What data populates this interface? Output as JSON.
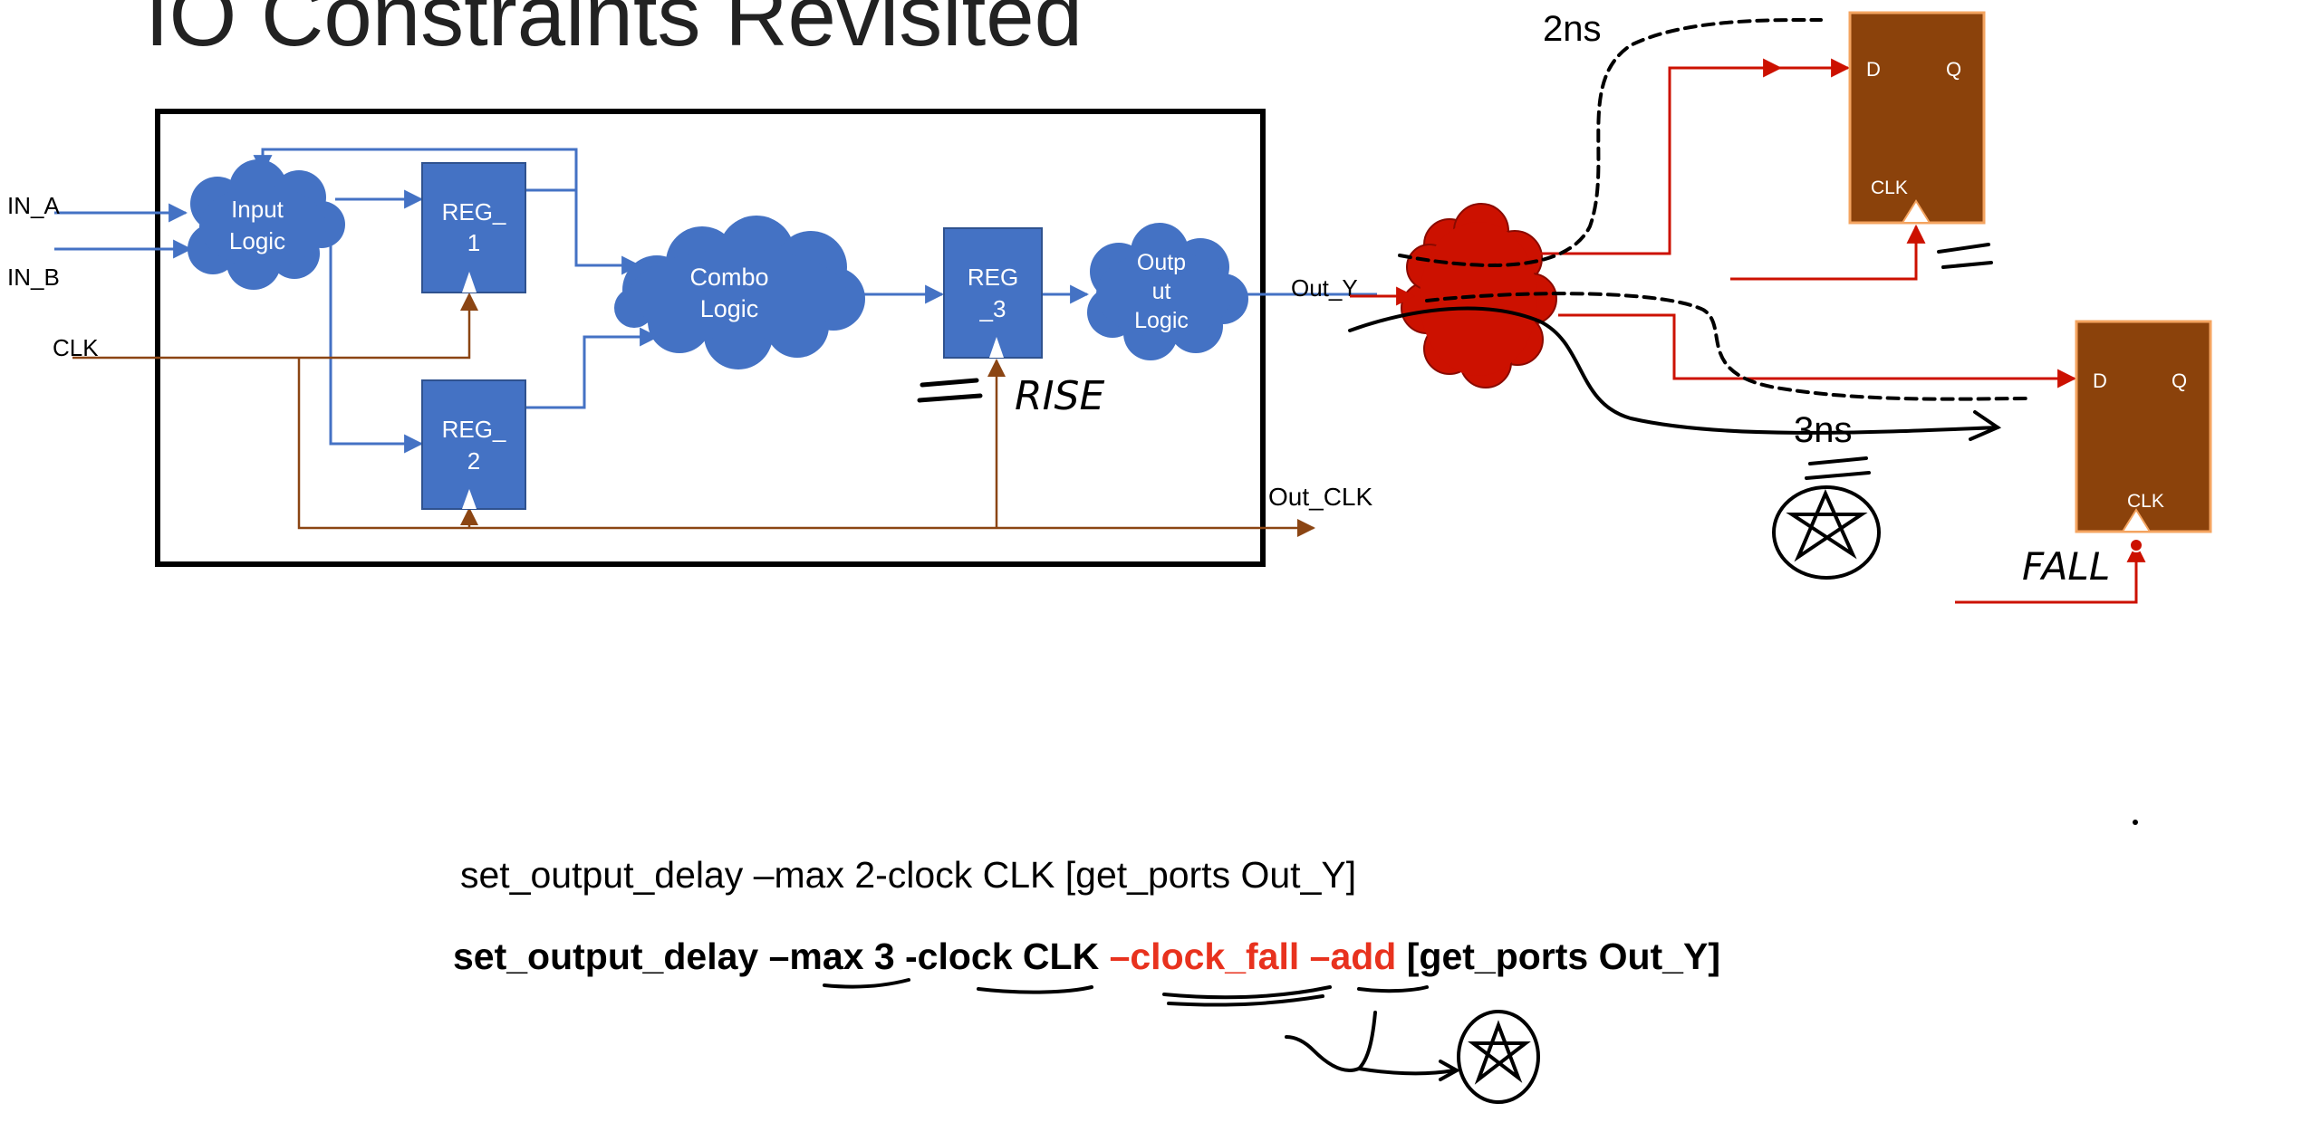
{
  "slide": {
    "title": "IO Constraints Revisited"
  },
  "colors": {
    "blue": "#4472C4",
    "blueFill": "#3F6FC9",
    "brown": "#8B4513",
    "ffFill": "#8B420B",
    "ffBorder": "#F4A460",
    "red": "#CC1100",
    "ink": "#000000"
  },
  "circuit": {
    "inputs": [
      "IN_A",
      "IN_B",
      "CLK"
    ],
    "input_logic": [
      "Input",
      "Logic"
    ],
    "reg1": [
      "REG_",
      "1"
    ],
    "reg2": [
      "REG_",
      "2"
    ],
    "combo_logic": [
      "Combo",
      "Logic"
    ],
    "reg3": [
      "REG",
      "_3"
    ],
    "output_logic": [
      "Outp",
      "ut",
      "Logic"
    ],
    "out_y": "Out_Y",
    "out_clk": "Out_CLK"
  },
  "external": {
    "ff_top": {
      "d": "D",
      "q": "Q",
      "clk": "CLK"
    },
    "ff_bottom": {
      "d": "D",
      "q": "Q",
      "clk": "CLK"
    },
    "delay_top": "2ns",
    "delay_bottom": "3ns"
  },
  "annotations": {
    "rise": "RISE",
    "fall": "FALL"
  },
  "commands": {
    "line1": "set_output_delay –max 2-clock CLK [get_ports Out_Y]",
    "line2_parts": [
      {
        "text": "set_output_delay –max 3 -clock CLK ",
        "color": "#000000"
      },
      {
        "text": "–clock_fall –add",
        "color": "#E8321E"
      },
      {
        "text": " [get_ports Out_Y]",
        "color": "#000000"
      }
    ]
  }
}
